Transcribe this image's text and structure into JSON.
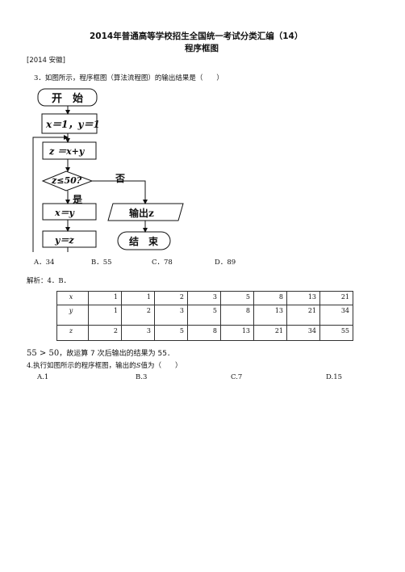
{
  "doc": {
    "title_line1": "2014年普通高等学校招生全国统一考试分类汇编（14）",
    "title_line2": "程序框图",
    "source_tag": "[2014 安徽]",
    "q3_text": "3．如图所示，程序框图（算法流程图）的输出结果是（　　）",
    "q3_options": [
      "A．34",
      "B．55",
      "C．78",
      "D．89"
    ],
    "solution_label": "解析：4．B．",
    "conclusion_math": "55 > 50",
    "conclusion_text": "，故运算 7 次后输出的结果为 55．",
    "q4_text": "4.执行如图所示的程序框图，输出的",
    "q4_var": "S",
    "q4_tail": "值为（　　）",
    "q4_options": [
      "A.1",
      "B.3",
      "C.7",
      "D.15"
    ]
  },
  "flowchart": {
    "start": "开　始",
    "init": "x＝1，y＝1",
    "step_z": "z ＝x+y",
    "cond": "z≤50?",
    "no": "否",
    "yes": "是",
    "step_x": "x＝y",
    "step_y": "y＝z",
    "output": "输出z",
    "end": "结　束"
  },
  "table": {
    "rows": [
      {
        "head": "x",
        "cells": [
          "1",
          "1",
          "2",
          "3",
          "5",
          "8",
          "13",
          "21"
        ]
      },
      {
        "head": "y",
        "cells": [
          "1",
          "2",
          "3",
          "5",
          "8",
          "13",
          "21",
          "34"
        ]
      },
      {
        "head": "z",
        "cells": [
          "2",
          "3",
          "5",
          "8",
          "13",
          "21",
          "34",
          "55"
        ]
      }
    ]
  }
}
